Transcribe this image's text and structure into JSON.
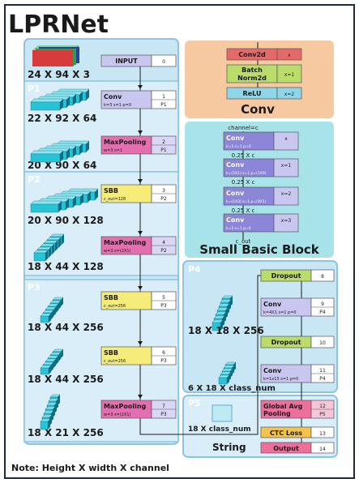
{
  "title": "LPRNet",
  "note": "Note: Height X width X channel",
  "panels": {
    "p1": "P1",
    "p2": "P2",
    "p3": "P3",
    "p4": "P4",
    "p5": "P5"
  },
  "shapes": [
    "24 X 94 X 3",
    "22 X 92 X 64",
    "20 X 90 X 64",
    "20 X 90 X 128",
    "18 X 44 X 128",
    "18 X 44 X 256",
    "18 X 44 X 256",
    "18 X 21 X 256"
  ],
  "main_nodes": [
    {
      "name": "INPUT",
      "sub": "",
      "num": "0",
      "tag": ""
    },
    {
      "name": "Conv",
      "sub": "k=3 s=1 p=0",
      "num": "1",
      "tag": "P1"
    },
    {
      "name": "MaxPooling",
      "sub": "w=3 s=1",
      "num": "2",
      "tag": "P1"
    },
    {
      "name": "SBB",
      "sub": "c_out=128",
      "num": "3",
      "tag": "P2"
    },
    {
      "name": "MaxPooling",
      "sub": "w=3 s=(2X1)",
      "num": "4",
      "tag": "P2"
    },
    {
      "name": "SBB",
      "sub": "c_out=256",
      "num": "5",
      "tag": "P3"
    },
    {
      "name": "SBB",
      "sub": "c_out=256",
      "num": "6",
      "tag": "P3"
    },
    {
      "name": "MaxPooling",
      "sub": "w=3 s=(2X1)",
      "num": "7",
      "tag": "P3"
    }
  ],
  "conv_block": {
    "title": "Conv",
    "nodes": [
      {
        "name": "Conv2d",
        "num": "x"
      },
      {
        "name": "Batch Norm2d",
        "name1": "Batch",
        "name2": "Norm2d",
        "num": "x=1"
      },
      {
        "name": "ReLU",
        "num": "x=2"
      }
    ]
  },
  "sbb": {
    "title": "Small Basic Block",
    "channel_in": "channel=c",
    "c_out": "c_out",
    "nodes": [
      {
        "name": "Conv",
        "sub": "k=1 s=1 p=0",
        "num": "x",
        "label_below": "0.25 X c"
      },
      {
        "name": "Conv",
        "sub": "k=(3X1) s=1 p=(1X0)",
        "num": "x=1",
        "label_below": "0.25 X c"
      },
      {
        "name": "Conv",
        "sub": "k=(1X3) s=1 p=(0X1)",
        "num": "x=2",
        "label_below": "0.25 X c"
      },
      {
        "name": "Conv",
        "sub": "k=1 s=1 p=0",
        "num": "x=3",
        "label_below": ""
      }
    ]
  },
  "p4": {
    "shape1": "18 X 18 X 256",
    "shape2": "6 X 18 X class_num",
    "nodes": [
      {
        "name": "Dropout",
        "sub": "",
        "num": "8",
        "tag": ""
      },
      {
        "name": "Conv",
        "sub": "k=4X1 s=1 p=0",
        "num": "9",
        "tag": "P4"
      },
      {
        "name": "Dropout",
        "sub": "",
        "num": "10",
        "tag": ""
      },
      {
        "name": "Conv",
        "sub": "k=1x13 s=1 p=0",
        "num": "11",
        "tag": "P4"
      }
    ]
  },
  "p5": {
    "shape": "18 X class_num",
    "string_label": "String",
    "nodes": [
      {
        "name": "Global Avg Pooling",
        "name1": "Global Avg",
        "name2": "Pooling",
        "num": "12",
        "tag": "P5"
      },
      {
        "name": "CTC Loss",
        "num": "13"
      },
      {
        "name": "Output",
        "num": "14"
      }
    ]
  },
  "colors": {
    "panel_blue": "#c9e6f5",
    "panel_blue_border": "#8fc3df",
    "conv_panel": "#f6c9a0",
    "sbb_panel": "#a9e3ea",
    "node_lavender": "#c9c7f0",
    "node_lavender_dark": "#8c86d8",
    "node_yellow": "#f6ec7a",
    "node_magenta": "#e46fb0",
    "node_green": "#b9dc6a",
    "node_red": "#e46a6a",
    "node_cyan": "#8fd7e8",
    "node_pink": "#ef6f9c",
    "node_orange": "#f5c24a",
    "cube_cyan": "#29c3d6",
    "cube_dark": "#0e6e84"
  }
}
